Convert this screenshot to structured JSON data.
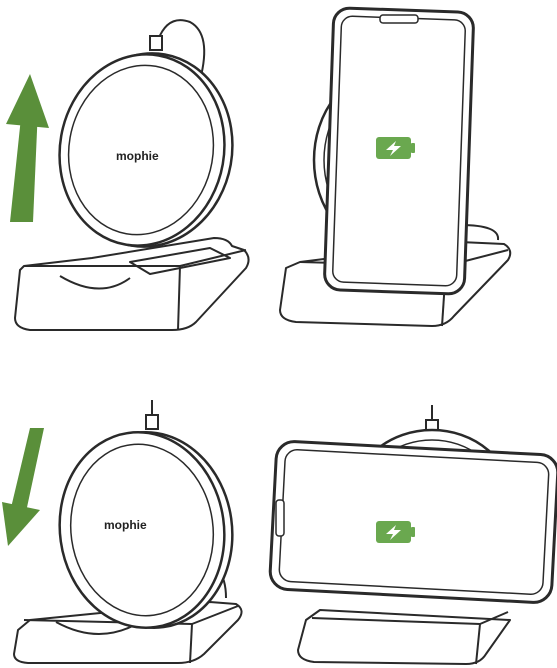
{
  "brand": {
    "label": "mophie"
  },
  "colors": {
    "line": "#2a2a2a",
    "arrow": "#5a8f3a",
    "battery": "#6aa84f",
    "background": "#ffffff"
  },
  "panels": [
    {
      "id": "top-left",
      "arrow": "up-arrow-icon",
      "device": "charging-pad",
      "brand_shown": true
    },
    {
      "id": "top-right",
      "device": "phone-portrait",
      "indicator": "battery-charging-icon"
    },
    {
      "id": "bottom-left",
      "arrow": "down-arrow-icon",
      "device": "charging-pad",
      "brand_shown": true
    },
    {
      "id": "bottom-right",
      "device": "phone-landscape",
      "indicator": "battery-charging-icon"
    }
  ]
}
